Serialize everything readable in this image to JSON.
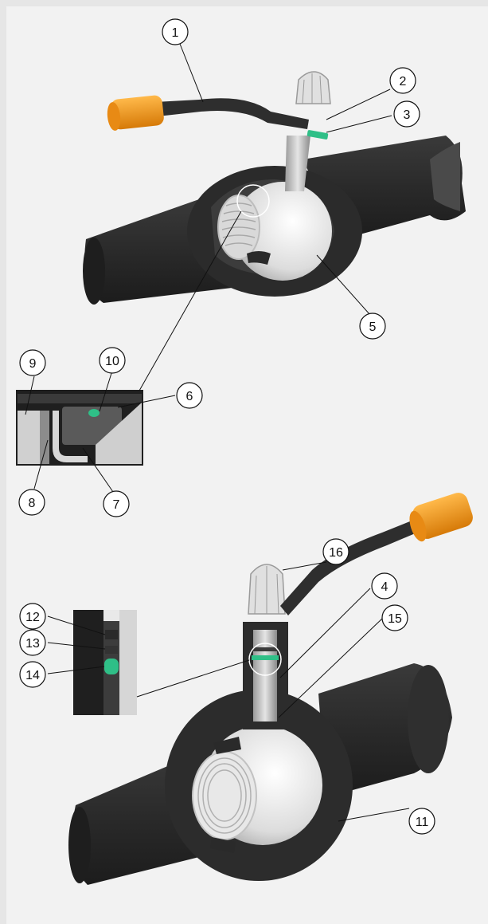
{
  "callouts": {
    "c1": "1",
    "c2": "2",
    "c3": "3",
    "c4": "4",
    "c5": "5",
    "c6": "6",
    "c7": "7",
    "c8": "8",
    "c9": "9",
    "c10": "10",
    "c11": "11",
    "c12": "12",
    "c13": "13",
    "c14": "14",
    "c15": "15",
    "c16": "16"
  },
  "colors": {
    "pipe": "#2e2e2e",
    "pipe_edge": "#1a1a1a",
    "handle_grip": "#f39a1c",
    "ball": "#e6e6e6",
    "seal": "#2fbf87",
    "background": "#f2f2f2"
  }
}
